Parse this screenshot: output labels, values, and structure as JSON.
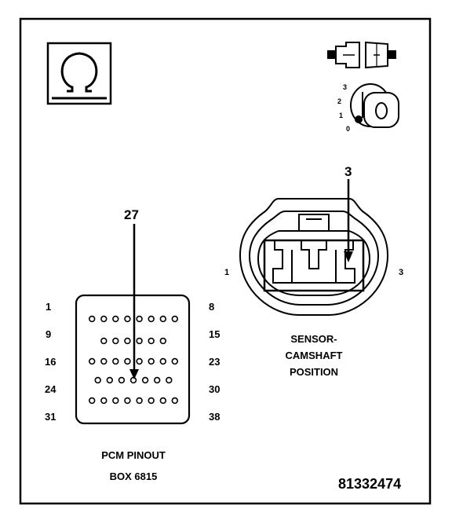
{
  "ohmmeter_symbol": {
    "glyph": "Ω",
    "icon": "ohm-icon"
  },
  "ignition": {
    "icon": "ignition-key-icon",
    "positions": [
      "3",
      "2",
      "1",
      "0"
    ]
  },
  "connector_icon": "connector-disconnected-icon",
  "pcm": {
    "callout": "27",
    "caption_line1": "PCM PINOUT",
    "caption_line2": "BOX 6815",
    "pin_labels_left": [
      "1",
      "9",
      "16",
      "24",
      "31"
    ],
    "pin_labels_right": [
      "8",
      "15",
      "23",
      "30",
      "38"
    ],
    "rows": [
      8,
      6,
      8,
      7,
      8
    ]
  },
  "sensor": {
    "callout": "3",
    "pin_left": "1",
    "pin_right": "3",
    "caption_line1": "SENSOR-",
    "caption_line2": "CAMSHAFT",
    "caption_line3": "POSITION"
  },
  "figure_number": "81332474"
}
